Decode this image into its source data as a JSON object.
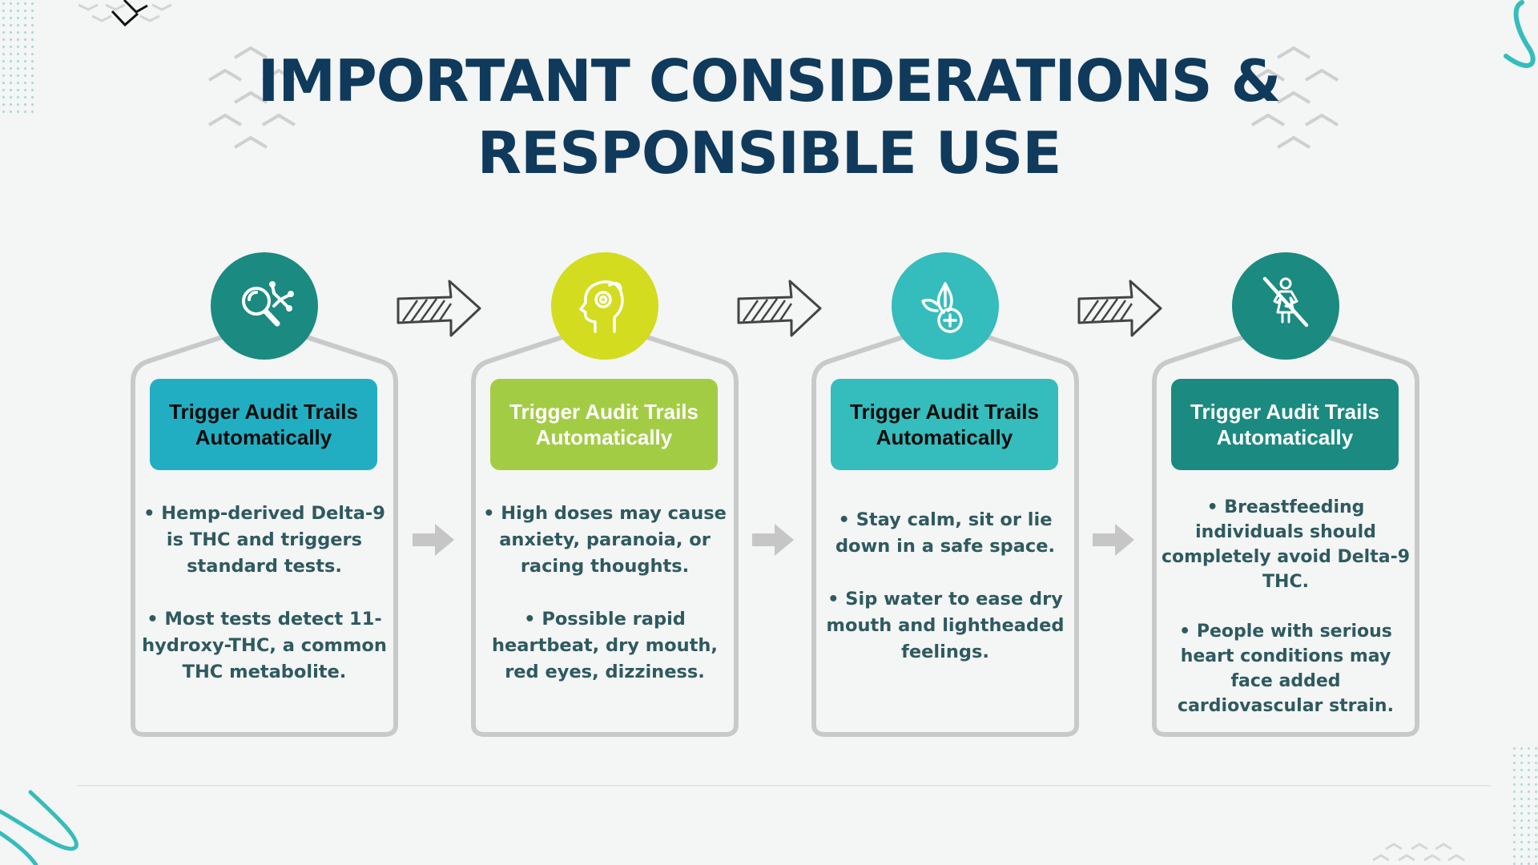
{
  "title": {
    "line1": "IMPORTANT CONSIDERATIONS &",
    "line2": "RESPONSIBLE USE"
  },
  "colors": {
    "title": "#0f3a5c",
    "body_text": "#2e5a5f",
    "outline": "#c9c9c9",
    "background": "#f4f5f5",
    "accent_teal": "#35bcbc"
  },
  "cards": [
    {
      "icon": "magnifier-molecule-icon",
      "icon_color": "#1b8a80",
      "header": "Trigger Audit Trails Automatically",
      "header_bg": "#22aec2",
      "header_text_color": "#0b0b0b",
      "bullets": [
        "• Hemp-derived Delta-9 is THC and triggers standard tests.",
        "• Most tests detect 11-hydroxy-THC, a common THC metabolite."
      ]
    },
    {
      "icon": "head-mind-icon",
      "icon_color": "#d3dc1f",
      "header": "Trigger Audit Trails Automatically",
      "header_bg": "#a3cc45",
      "header_text_color": "#ffffff",
      "bullets": [
        "• High doses may cause anxiety, paranoia, or racing thoughts.",
        "• Possible rapid heartbeat, dry mouth, red eyes, dizziness."
      ]
    },
    {
      "icon": "leaf-plus-icon",
      "icon_color": "#35bcbc",
      "header": "Trigger Audit Trails Automatically",
      "header_bg": "#35bcbc",
      "header_text_color": "#0b0b0b",
      "bullets": [
        "• Stay calm, sit or lie down in a safe space.",
        "• Sip water to ease dry mouth and lightheaded feelings."
      ]
    },
    {
      "icon": "no-breastfeeding-icon",
      "icon_color": "#1b8a80",
      "header": "Trigger Audit Trails Automatically",
      "header_bg": "#1b8a80",
      "header_text_color": "#ffffff",
      "bullets": [
        "• Breastfeeding individuals should completely avoid Delta-9 THC.",
        "• People with serious heart conditions may face added cardiovascular strain."
      ]
    }
  ]
}
